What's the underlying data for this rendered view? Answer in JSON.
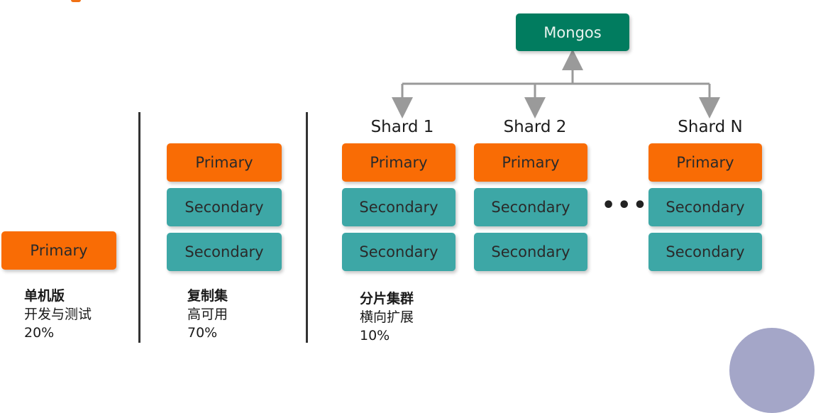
{
  "mongos": {
    "label": "Mongos"
  },
  "labels": {
    "primary": "Primary",
    "secondary": "Secondary"
  },
  "shards": [
    {
      "title": "Shard 1"
    },
    {
      "title": "Shard 2"
    },
    {
      "title": "Shard N"
    }
  ],
  "ellipsis": "•••",
  "standalone": {
    "title": "单机版",
    "desc": "开发与测试",
    "pct": "20%"
  },
  "replica_set": {
    "title": "复制集",
    "desc": "高可用",
    "pct": "70%"
  },
  "sharded_cluster": {
    "title": "分片集群",
    "desc": "横向扩展",
    "pct": "10%"
  },
  "colors": {
    "primary": "#f96c05",
    "secondary": "#3da7a6",
    "mongos": "#017c5f",
    "connector": "#9a9a9a"
  }
}
